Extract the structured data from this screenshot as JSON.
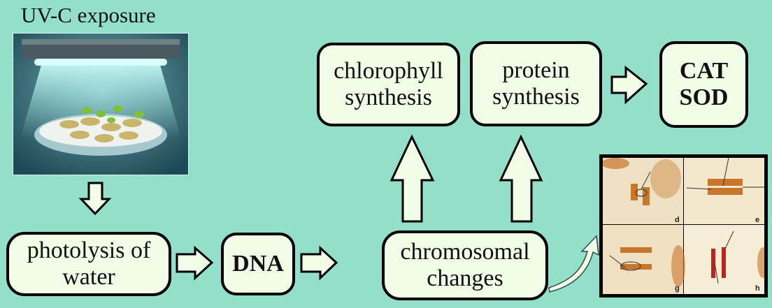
{
  "title": "UV-C exposure",
  "nodes": {
    "photolysis": [
      "photolysis of",
      "water"
    ],
    "dna": "DNA",
    "chromosomal": [
      "chromosomal",
      "changes"
    ],
    "chlorophyll": [
      "chlorophyll",
      "synthesis"
    ],
    "protein": [
      "protein",
      "synthesis"
    ],
    "enzymes": [
      "CAT",
      "SOD"
    ]
  },
  "micrograph_panels": [
    "d",
    "e",
    "g",
    "h"
  ],
  "colors": {
    "background": "#93dfc9",
    "box_fill": "#f1fde6",
    "border": "#000000"
  }
}
